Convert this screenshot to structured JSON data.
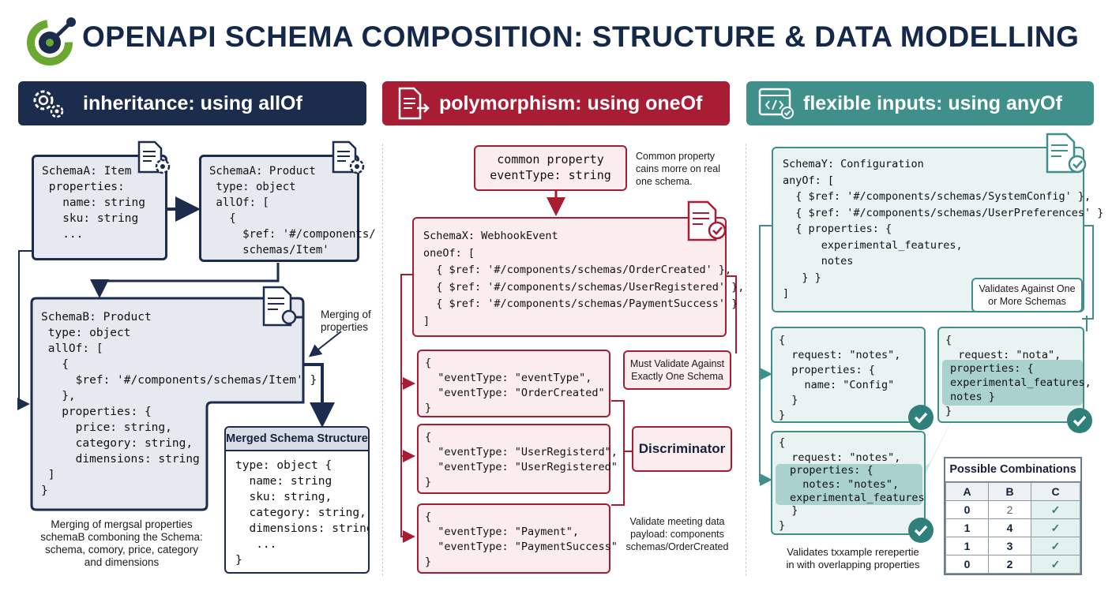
{
  "title": "OPENAPI SCHEMA COMPOSITION: STRUCTURE & DATA MODELLING",
  "colors": {
    "navy": "#1c2c4c",
    "red": "#a81d34",
    "teal": "#3f8f8a",
    "logo_green": "#6aa832"
  },
  "icons": [
    "logo-icon",
    "gears-icon",
    "document-arrow-icon",
    "code-window-icon",
    "document-gear-icon",
    "document-check-icon",
    "document-merge-icon",
    "check-icon"
  ],
  "panels": {
    "allof": {
      "header": "inheritance: using allOf",
      "schema_item": "SchemaA: Item\n properties:\n   name: string\n   sku: string\n   ...",
      "schema_product": "SchemaA: Product\n type: object\n allOf: [\n   {\n     $ref: '#/components/\n     schemas/Item'",
      "schema_b": "SchemaB: Product\n type: object\n allOf: [\n   {\n     $ref: '#/components/schemas/Item' }\n   },\n   properties: {\n     price: string,\n     category: string,\n     dimensions: string\n ]\n}",
      "merge_label": "Merging of\nproperties",
      "merged_title": "Merged Schema Structure",
      "merged_body": "type: object {\n  name: string\n  sku: string,\n  category: string,\n  dimensions: string\n   ...\n}",
      "caption": "Merging of mergsal properties\nschemaB comboning the Schema:\nschema, comory, price, category\nand dimensions"
    },
    "oneof": {
      "header": "polymorphism: using oneOf",
      "common_box": "common property\neventType: string",
      "common_note": "Common property\ncains morre on real\none schema.",
      "webhook": "SchemaX: WebhookEvent\noneOf: [\n  { $ref: '#/components/schemas/OrderCreated' },\n  { $ref: '#/components/schemas/UserRegistered' },\n  { $ref: '#/components/schemas/PaymentSuccess' }\n]",
      "validate_label": "Must Validate Against\nExactly One Schema",
      "discriminator": "Discriminator",
      "payload1": "{\n  \"eventType: \"eventType\",\n  \"eventType: \"OrderCreated\"\n}",
      "payload2": "{\n  \"eventType: \"UserRegisterd\",\n  \"eventType: \"UserRegistered\"\n}",
      "payload3": "{\n  \"eventType: \"Payment\",\n  \"eventType: \"PaymentSuccess\"\n}",
      "payload_note": "Validate meeting data\npayload: components\nschemas/OrderCreated"
    },
    "anyof": {
      "header": "flexible inputs: using anyOf",
      "config": "SchemaY: Configuration\nanyOf: [\n  { $ref: '#/components/schemas/SystemConfig' },\n  { $ref: '#/components/schemas/UserPreferences' }\n  { properties: {\n      experimental_features,\n      notes\n   } }\n]",
      "validates_label": "Validates Against One\nor More Schemas",
      "ex1": "{\n  request: \"notes\",\n  properties: {\n    name: \"Config\"\n  }\n}",
      "ex2_top": "{\n  request: \"nota\",",
      "ex2_hl": "properties: {\nexperimental_features,\nnotes }",
      "ex2_bottom": "}",
      "ex3_top": "{\n  request: \"notes\",",
      "ex3_hl": "properties: {\n  notes: \"notes\",\nexperimental_features",
      "ex3_bottom": "  }\n}",
      "caption": "Validates txxample rerepertie\nin with overlapping properties",
      "combo_title": "Possible Combinations",
      "combo_headers": [
        "A",
        "B",
        "C"
      ],
      "combo_rows": [
        [
          "0",
          "2"
        ],
        [
          "1",
          "4"
        ],
        [
          "1",
          "3"
        ],
        [
          "0",
          "2"
        ]
      ]
    }
  }
}
